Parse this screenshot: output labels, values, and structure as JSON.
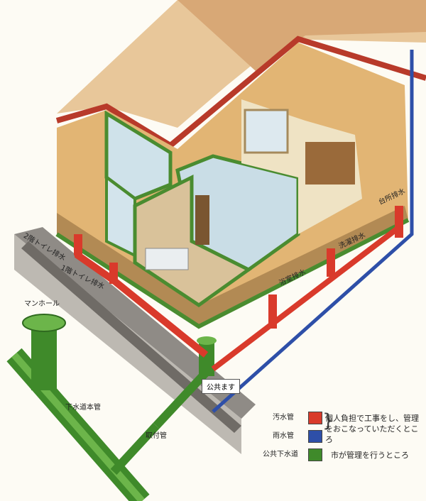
{
  "labels": {
    "toilet_2f": "2階トイレ排水",
    "toilet_1f": "1階トイレ排水",
    "manhole": "マンホール",
    "sewer_main": "下水道本管",
    "connection_pipe": "取付管",
    "public_basin": "公共ます",
    "bath_drain": "浴室排水",
    "laundry_drain": "洗濯排水",
    "kitchen_drain": "台所排水"
  },
  "legend": {
    "items": [
      {
        "label": "汚水管",
        "color": "#d93a2b"
      },
      {
        "label": "雨水管",
        "color": "#2e4fa8"
      },
      {
        "label": "公共下水道",
        "color": "#3f8a2a"
      }
    ],
    "private_text": "個人負担で工事をし、管理をおこなっていただくところ",
    "public_text": "市が管理を行うところ"
  }
}
